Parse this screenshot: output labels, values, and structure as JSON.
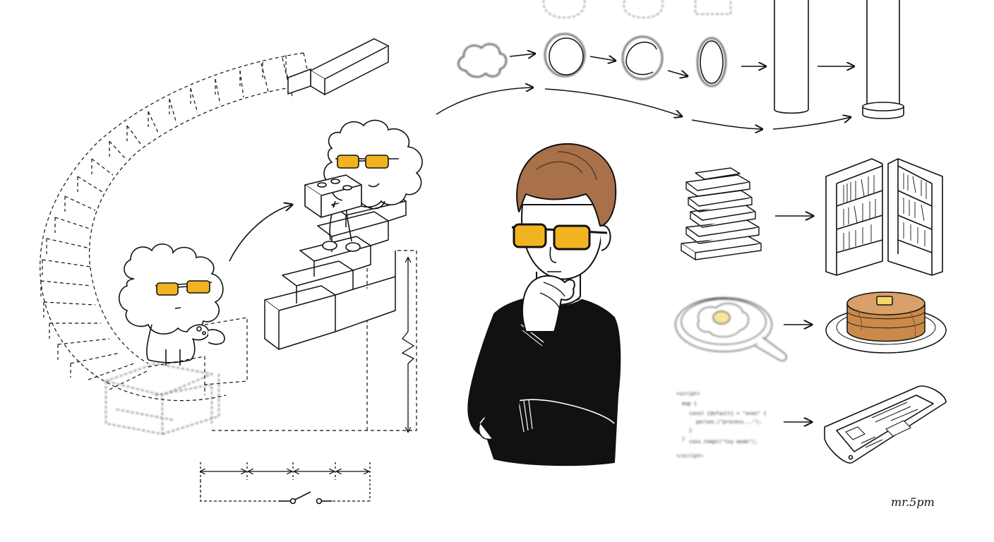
{
  "signature": "mr.5pm",
  "code_snippet": {
    "lines": [
      "<script>",
      "map {",
      "const {default} = \"oven\" {",
      "person.(\"process...\");",
      "}",
      "}",
      "cons.tempt(\"toy mode\");",
      "</script>"
    ]
  },
  "colors": {
    "ink": "#111111",
    "sunglasses_lens": "#f2b320",
    "hair": "#a8714a",
    "sweater": "#111111",
    "skin": "#ffffff",
    "pancake": "#c98a4a",
    "butter": "#f4d66a"
  },
  "icons": [
    "spiral-staircase-icon",
    "brain-cloud-character-icon",
    "brick-icon",
    "thinking-man-icon",
    "cloud-to-ring-transformation-icon",
    "pillar-icon",
    "book-stack-icon",
    "bookshelf-icon",
    "frying-pan-egg-icon",
    "pancake-stack-icon",
    "code-snippet-icon",
    "tablet-icon",
    "switch-icon",
    "dimension-arrows-icon"
  ]
}
